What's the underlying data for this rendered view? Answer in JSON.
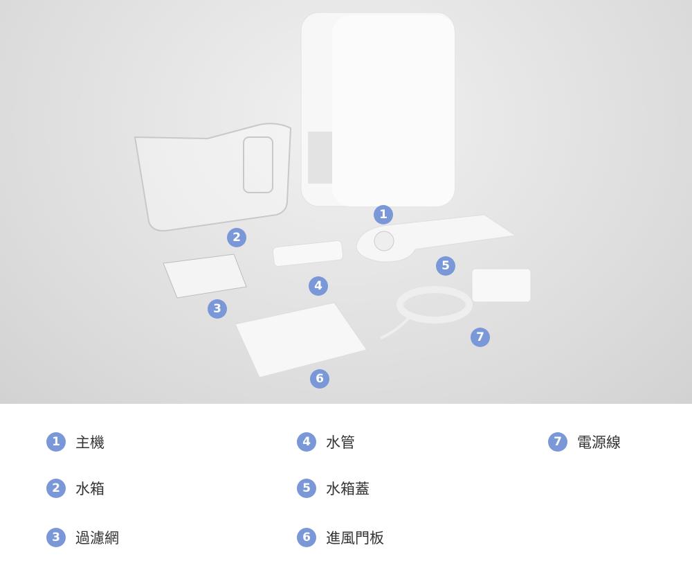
{
  "colors": {
    "badge": "#7a98d8"
  },
  "callouts": [
    {
      "num": "1"
    },
    {
      "num": "2"
    },
    {
      "num": "3"
    },
    {
      "num": "4"
    },
    {
      "num": "5"
    },
    {
      "num": "6"
    },
    {
      "num": "7"
    }
  ],
  "legend": [
    {
      "num": "1",
      "label": "主機"
    },
    {
      "num": "2",
      "label": "水箱"
    },
    {
      "num": "3",
      "label": "過濾網"
    },
    {
      "num": "4",
      "label": "水管"
    },
    {
      "num": "5",
      "label": "水箱蓋"
    },
    {
      "num": "6",
      "label": "進風門板"
    },
    {
      "num": "7",
      "label": "電源線"
    }
  ]
}
